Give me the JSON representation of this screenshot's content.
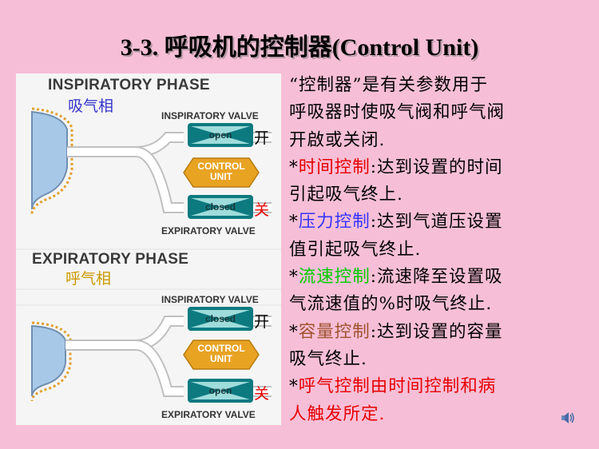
{
  "slide": {
    "title": "3-3. 呼吸机的控制器(Control Unit)"
  },
  "figure": {
    "inspiratory_phase": {
      "header": "INSPIRATORY PHASE",
      "cn_label": "吸气相",
      "valve_top_label": "INSPIRATORY VALVE",
      "valve_top_state": "open",
      "valve_top_marker": "开",
      "control_unit_line1": "CONTROL",
      "control_unit_line2": "UNIT",
      "valve_bottom_state": "closed",
      "valve_bottom_marker": "关",
      "valve_bottom_label": "EXPIRATORY VALVE"
    },
    "expiratory_phase": {
      "header": "EXPIRATORY PHASE",
      "cn_label": "呼气相",
      "valve_top_label": "INSPIRATORY VALVE",
      "valve_top_state": "closed",
      "valve_top_marker": "开",
      "control_unit_line1": "CONTROL",
      "control_unit_line2": "UNIT",
      "valve_bottom_state": "open",
      "valve_bottom_marker": "关",
      "valve_bottom_label": "EXPIRATORY VALVE"
    }
  },
  "text": {
    "intro_l1": "“控制器”是有关参数用于",
    "intro_l2": "呼吸器时使吸气阀和呼气阀",
    "intro_l3": "开啟或关闭.",
    "bullet_prefix": "*",
    "time_term": "时间控制",
    "time_l1": ":达到设置的时间",
    "time_l2": "引起吸气终上.",
    "pressure_term": "压力控制",
    "pressure_l1": ":达到气道压设置",
    "pressure_l2": "值引起吸气终止.",
    "flow_term": "流速控制",
    "flow_l1": ":流速降至设置吸",
    "flow_l2": "气流速值的%时吸气终止.",
    "volume_term": "容量控制",
    "volume_l1": ":达到设置的容量",
    "volume_l2": "吸气终止.",
    "exp_l1": "呼气控制由时间控制和病",
    "exp_l2": "人触发所定."
  },
  "colors": {
    "background": "#f7bfd7",
    "time_term": "#e60000",
    "pressure_term": "#3333ff",
    "flow_term": "#00cc00",
    "volume_term": "#a0522d",
    "expiration_text": "#e60000",
    "insp_cn_label": "#3333cc",
    "exp_cn_label": "#cc9900",
    "marker": "#e60000",
    "control_unit": "#e8a323",
    "valve": "#0d7a80"
  },
  "icons": {
    "speaker": "speaker-icon"
  }
}
